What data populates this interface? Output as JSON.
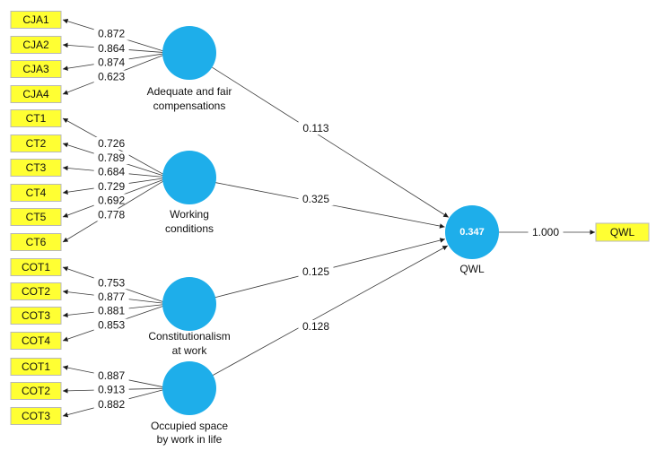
{
  "colors": {
    "indicator_fill": "#ffff33",
    "construct_fill": "#1eaeea",
    "r2_text": "#ffffff"
  },
  "constructs": [
    {
      "id": "cja",
      "label_lines": [
        "Adequate and fair",
        "compensations"
      ],
      "indicators": [
        {
          "name": "CJA1",
          "loading": "0.872"
        },
        {
          "name": "CJA2",
          "loading": "0.864"
        },
        {
          "name": "CJA3",
          "loading": "0.874"
        },
        {
          "name": "CJA4",
          "loading": "0.623"
        }
      ],
      "path_coefficient": "0.113"
    },
    {
      "id": "ct",
      "label_lines": [
        "Working",
        "conditions"
      ],
      "indicators": [
        {
          "name": "CT1",
          "loading": "0.726"
        },
        {
          "name": "CT2",
          "loading": "0.789"
        },
        {
          "name": "CT3",
          "loading": "0.684"
        },
        {
          "name": "CT4",
          "loading": "0.729"
        },
        {
          "name": "CT5",
          "loading": "0.692"
        },
        {
          "name": "CT6",
          "loading": "0.778"
        }
      ],
      "path_coefficient": "0.325"
    },
    {
      "id": "cot",
      "label_lines": [
        "Constitutionalism",
        "at work"
      ],
      "indicators": [
        {
          "name": "COT1",
          "loading": "0.753"
        },
        {
          "name": "COT2",
          "loading": "0.877"
        },
        {
          "name": "COT3",
          "loading": "0.881"
        },
        {
          "name": "COT4",
          "loading": "0.853"
        }
      ],
      "path_coefficient": "0.125"
    },
    {
      "id": "osw",
      "label_lines": [
        "Occupied space",
        "by work in life"
      ],
      "indicators": [
        {
          "name": "COT1",
          "loading": "0.887"
        },
        {
          "name": "COT2",
          "loading": "0.913"
        },
        {
          "name": "COT3",
          "loading": "0.882"
        }
      ],
      "path_coefficient": "0.128"
    }
  ],
  "target": {
    "label": "QWL",
    "r_squared": "0.347",
    "indicator": {
      "name": "QWL",
      "loading": "1.000"
    }
  }
}
